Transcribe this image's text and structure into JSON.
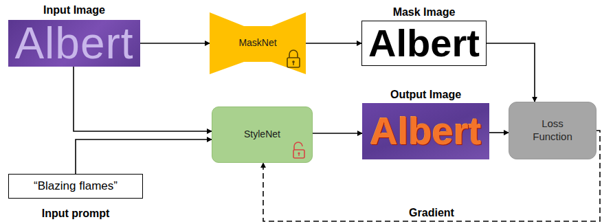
{
  "diagram": {
    "nodes": [
      {
        "text": [
          "Input Image",
          "Albert"
        ]
      },
      {
        "text": [
          "MaskNet"
        ]
      },
      {
        "text": [
          "Mask Image",
          "Albert"
        ]
      },
      {
        "text": [
          "StyleNet"
        ]
      },
      {
        "text": [
          "Output Image",
          "Albert"
        ]
      },
      {
        "text": [
          "Loss Function"
        ]
      },
      {
        "text": [
          "“Blazing flames”",
          "Input prompt"
        ]
      }
    ],
    "edges": [
      {
        "from": 0,
        "to": 1,
        "arrow": "to"
      },
      {
        "from": 1,
        "to": 2,
        "arrow": "to"
      },
      {
        "from": 2,
        "to": 5,
        "arrow": "to"
      },
      {
        "from": 0,
        "to": 3,
        "arrow": "to"
      },
      {
        "from": 6,
        "to": 3,
        "arrow": "to"
      },
      {
        "from": 3,
        "to": 4,
        "arrow": "to"
      },
      {
        "from": 4,
        "to": 5,
        "arrow": "to"
      },
      {
        "from": 5,
        "to": 3,
        "label": "Gradient",
        "arrow": "to"
      }
    ]
  }
}
